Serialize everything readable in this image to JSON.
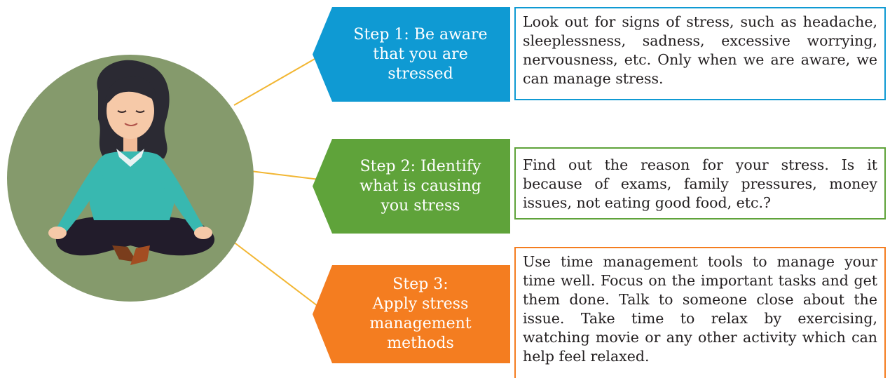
{
  "steps": [
    {
      "label_lines": [
        "Step 1: Be aware",
        "that you are",
        "stressed"
      ],
      "description": "Look out for signs of stress, such as headache, sleeplessness, sadness, excessive worrying, nervousness, etc. Only when we are aware, we can manage stress.",
      "color": "#0f9ad3"
    },
    {
      "label_lines": [
        "Step 2: Identify",
        "what is causing",
        "you stress"
      ],
      "description": "Find out the reason for your stress. Is it because of exams, family pressures, money issues, not eating good food, etc.?",
      "color": "#5fa33a"
    },
    {
      "label_lines": [
        "Step 3:",
        "Apply stress",
        "management",
        "methods"
      ],
      "description": "Use time management tools to manage your time well. Focus on the important tasks and get them done. Talk to someone close about the issue. Take time to relax by exercising, watching movie or any other activity which can help feel relaxed.",
      "color": "#f47d20"
    }
  ],
  "illustration": {
    "subject": "meditating-woman-icon",
    "circle_color": "#859a6c",
    "connector_color": "#f2b632"
  }
}
